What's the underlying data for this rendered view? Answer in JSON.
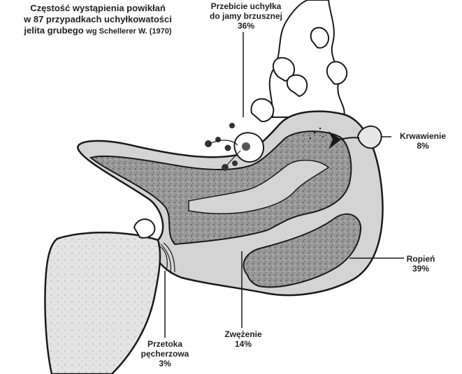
{
  "title": {
    "line1": "Częstość wystąpienia powikłań",
    "line2": "w 87 przypadkach uchyłkowatości",
    "line3_main": "jelita grubego",
    "line3_source": "wg Schellerer W. (1970)"
  },
  "labels": {
    "perforation": {
      "line1": "Przebicie uchyłka",
      "line2": "do jamy brzusznej",
      "percent": "36%"
    },
    "bleeding": {
      "line1": "Krwawienie",
      "percent": "8%"
    },
    "abscess": {
      "line1": "Ropień",
      "percent": "39%"
    },
    "stricture": {
      "line1": "Zwężenie",
      "percent": "14%"
    },
    "fistula": {
      "line1": "Przetoka",
      "line2": "pęcherzowa",
      "percent": "3%"
    }
  },
  "colors": {
    "outline": "#1a1a1a",
    "bowel_wall": "#d4d4d4",
    "lumen_texture": "#8f8f8f",
    "bladder": "#e6e6e6"
  }
}
